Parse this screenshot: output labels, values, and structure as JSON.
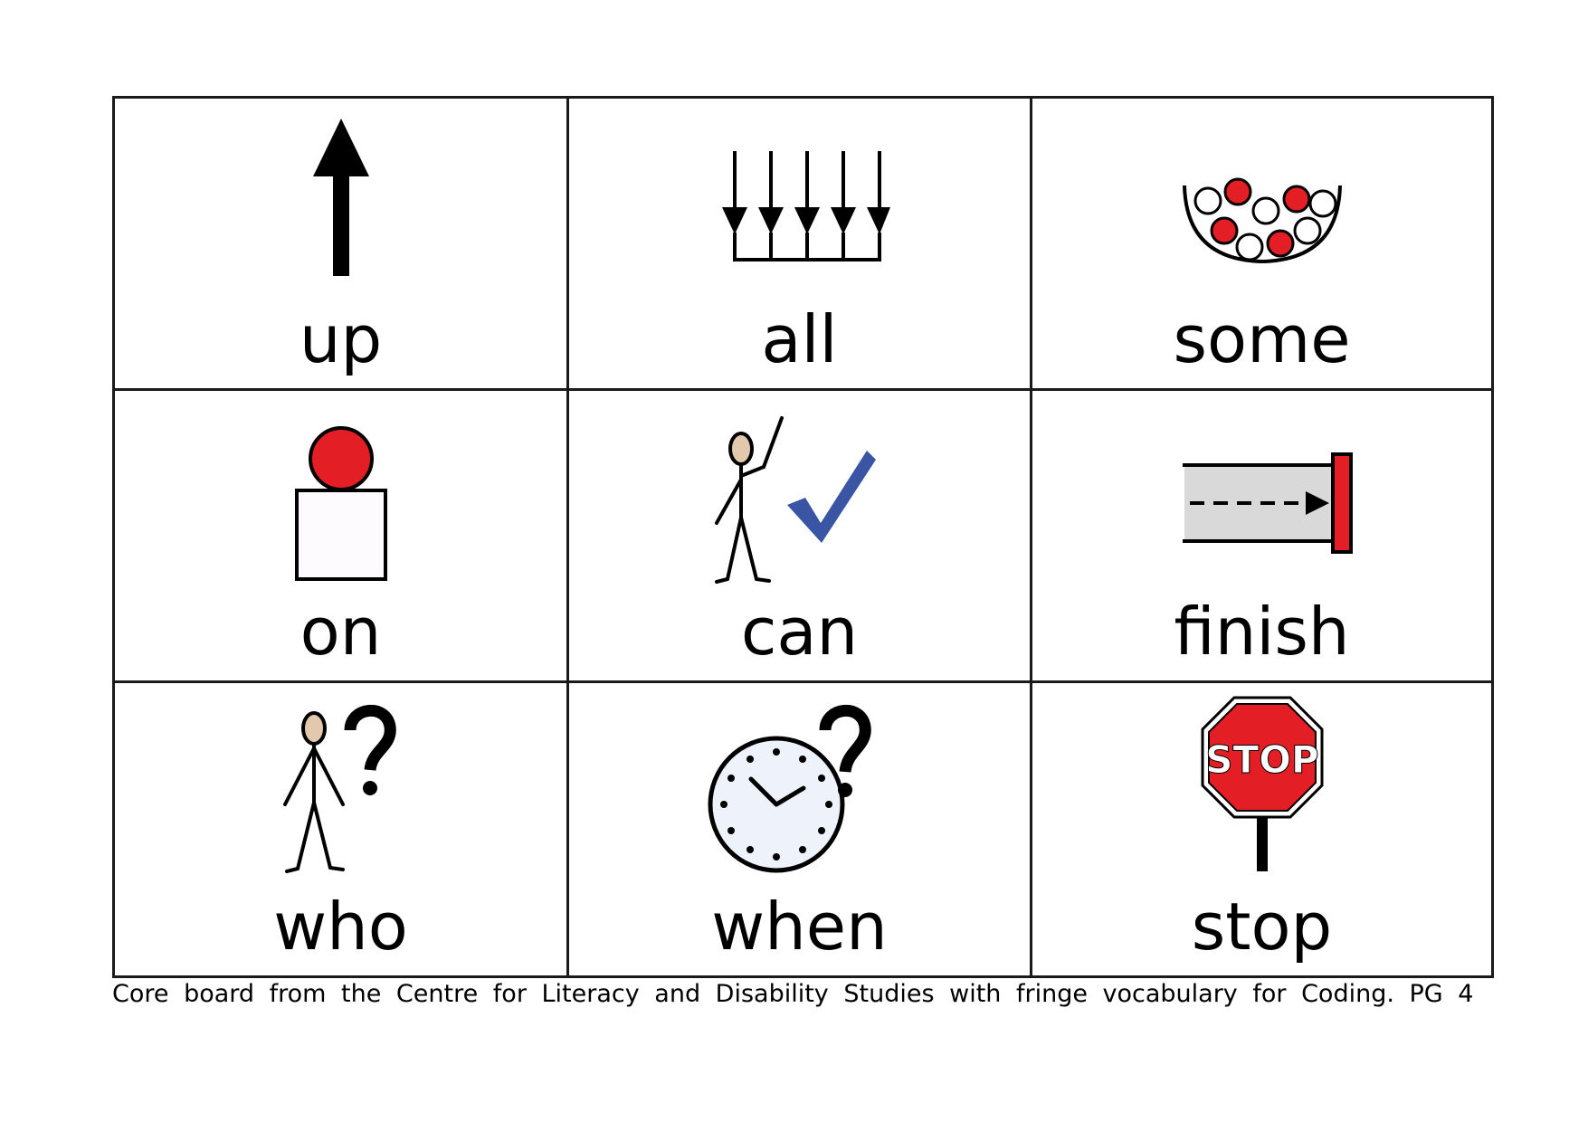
{
  "board": {
    "cells": [
      {
        "word": "up",
        "symbol": "arrow-up-icon"
      },
      {
        "word": "all",
        "symbol": "all-arrows-icon"
      },
      {
        "word": "some",
        "symbol": "bowl-of-balls-icon"
      },
      {
        "word": "on",
        "symbol": "ball-on-box-icon"
      },
      {
        "word": "can",
        "symbol": "person-checkmark-icon"
      },
      {
        "word": "finish",
        "symbol": "finish-line-icon"
      },
      {
        "word": "who",
        "symbol": "person-question-icon"
      },
      {
        "word": "when",
        "symbol": "clock-question-icon"
      },
      {
        "word": "stop",
        "symbol": "stop-sign-icon"
      }
    ],
    "stop_sign_text": "STOP"
  },
  "caption": "Core board from the Centre for Literacy and Disability Studies with fringe vocabulary for Coding. PG 4",
  "colors": {
    "red": "#e31e24",
    "check_blue": "#3a55a4",
    "skin": "#e2c9ad",
    "grey": "#d9d9d9",
    "clock_face": "#eef3fb"
  }
}
